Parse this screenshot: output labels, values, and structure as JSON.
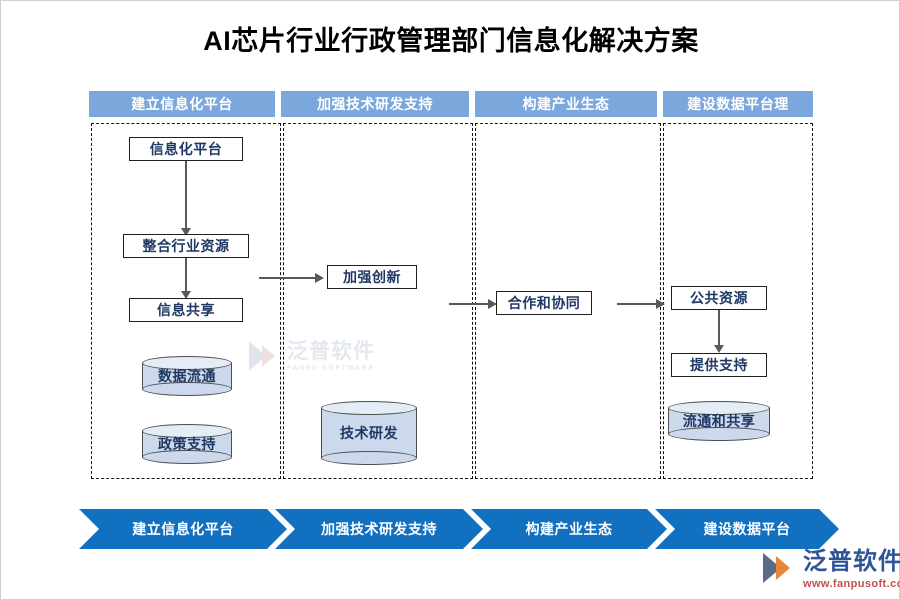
{
  "page": {
    "title": "AI芯片行业行政管理部门信息化解决方案"
  },
  "watermark": {
    "cn": "泛普软件",
    "en": "FANPU SOFTWARE"
  },
  "brand": {
    "cn": "泛普软件",
    "url": "www.fanpusoft.com"
  },
  "diagram": {
    "headers": [
      {
        "label": "建立信息化平台"
      },
      {
        "label": "加强技术研发支持"
      },
      {
        "label": "构建产业生态"
      },
      {
        "label": "建设数据平台理"
      }
    ],
    "columns": [
      {
        "name": "建立信息化平台",
        "boxes": [
          {
            "label": "信息化平台"
          },
          {
            "label": "整合行业资源"
          },
          {
            "label": "信息共享"
          }
        ],
        "cylinders": [
          {
            "label": "数据流通"
          },
          {
            "label": "政策支持"
          }
        ]
      },
      {
        "name": "加强技术研发支持",
        "boxes": [
          {
            "label": "加强创新"
          }
        ],
        "cylinders": [
          {
            "label": "技术研发"
          }
        ]
      },
      {
        "name": "构建产业生态",
        "boxes": [
          {
            "label": "合作和协同"
          }
        ],
        "cylinders": []
      },
      {
        "name": "建设数据平台理",
        "boxes": [
          {
            "label": "公共资源"
          },
          {
            "label": "提供支持"
          }
        ],
        "cylinders": [
          {
            "label": "流通和共享"
          }
        ]
      }
    ]
  },
  "ribbon": {
    "steps": [
      {
        "label": "建立信息化平台"
      },
      {
        "label": "加强技术研发支持"
      },
      {
        "label": "构建产业生态"
      },
      {
        "label": "建设数据平台"
      }
    ]
  },
  "colors": {
    "header_bar": "#7ba7dd",
    "ribbon": "#1270c0",
    "box_text": "#1f3864",
    "cylinder_fill": "#ccd9ec",
    "connector": "#595959"
  }
}
